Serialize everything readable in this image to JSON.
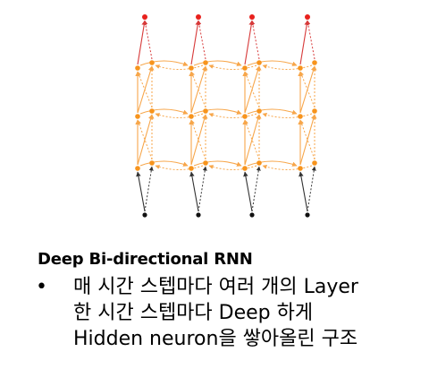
{
  "caption": "Deep Bi-directional RNN",
  "bullet": {
    "marker": "•",
    "lines": [
      "매 시간 스텝마다 여러 개의 Layer",
      "한 시간 스텝마다 Deep 하게",
      "Hidden neuron을 쌓아올린 구조"
    ]
  },
  "diagram": {
    "timesteps": 4,
    "hidden_layers": 3,
    "colors": {
      "input": "#111111",
      "input_edge": "#333333",
      "hidden": "#f7941d",
      "hidden_edge": "#f7a64a",
      "output": "#e8211d",
      "output_edge": "#d73a3a"
    }
  }
}
